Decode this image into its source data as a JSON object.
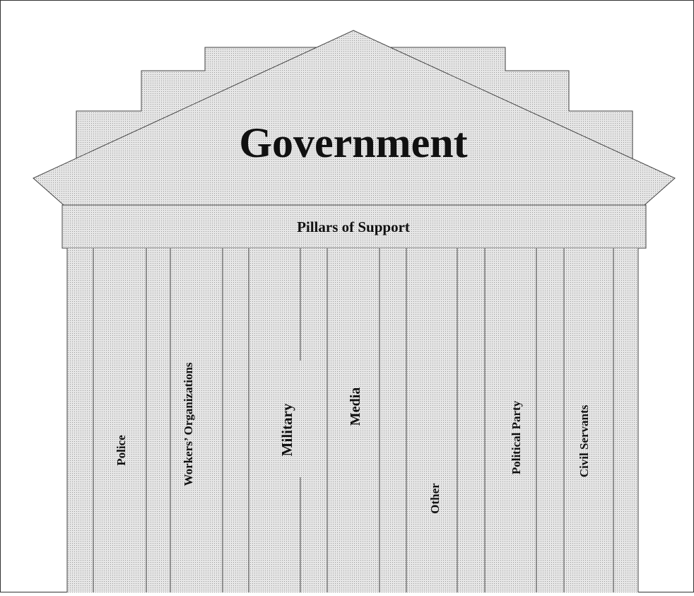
{
  "diagram": {
    "title": "Government",
    "banner": "Pillars of Support",
    "pillars": [
      {
        "label": "Police"
      },
      {
        "label": "Workers’ Organizations"
      },
      {
        "label": "Military"
      },
      {
        "label": "Media"
      },
      {
        "label": "Other"
      },
      {
        "label": "Political Party"
      },
      {
        "label": "Civil Servants"
      }
    ]
  },
  "colors": {
    "fill": "#dcdcdc",
    "dot": "#9a9a9a",
    "line": "#444444",
    "text": "#111111",
    "background": "#ffffff"
  }
}
